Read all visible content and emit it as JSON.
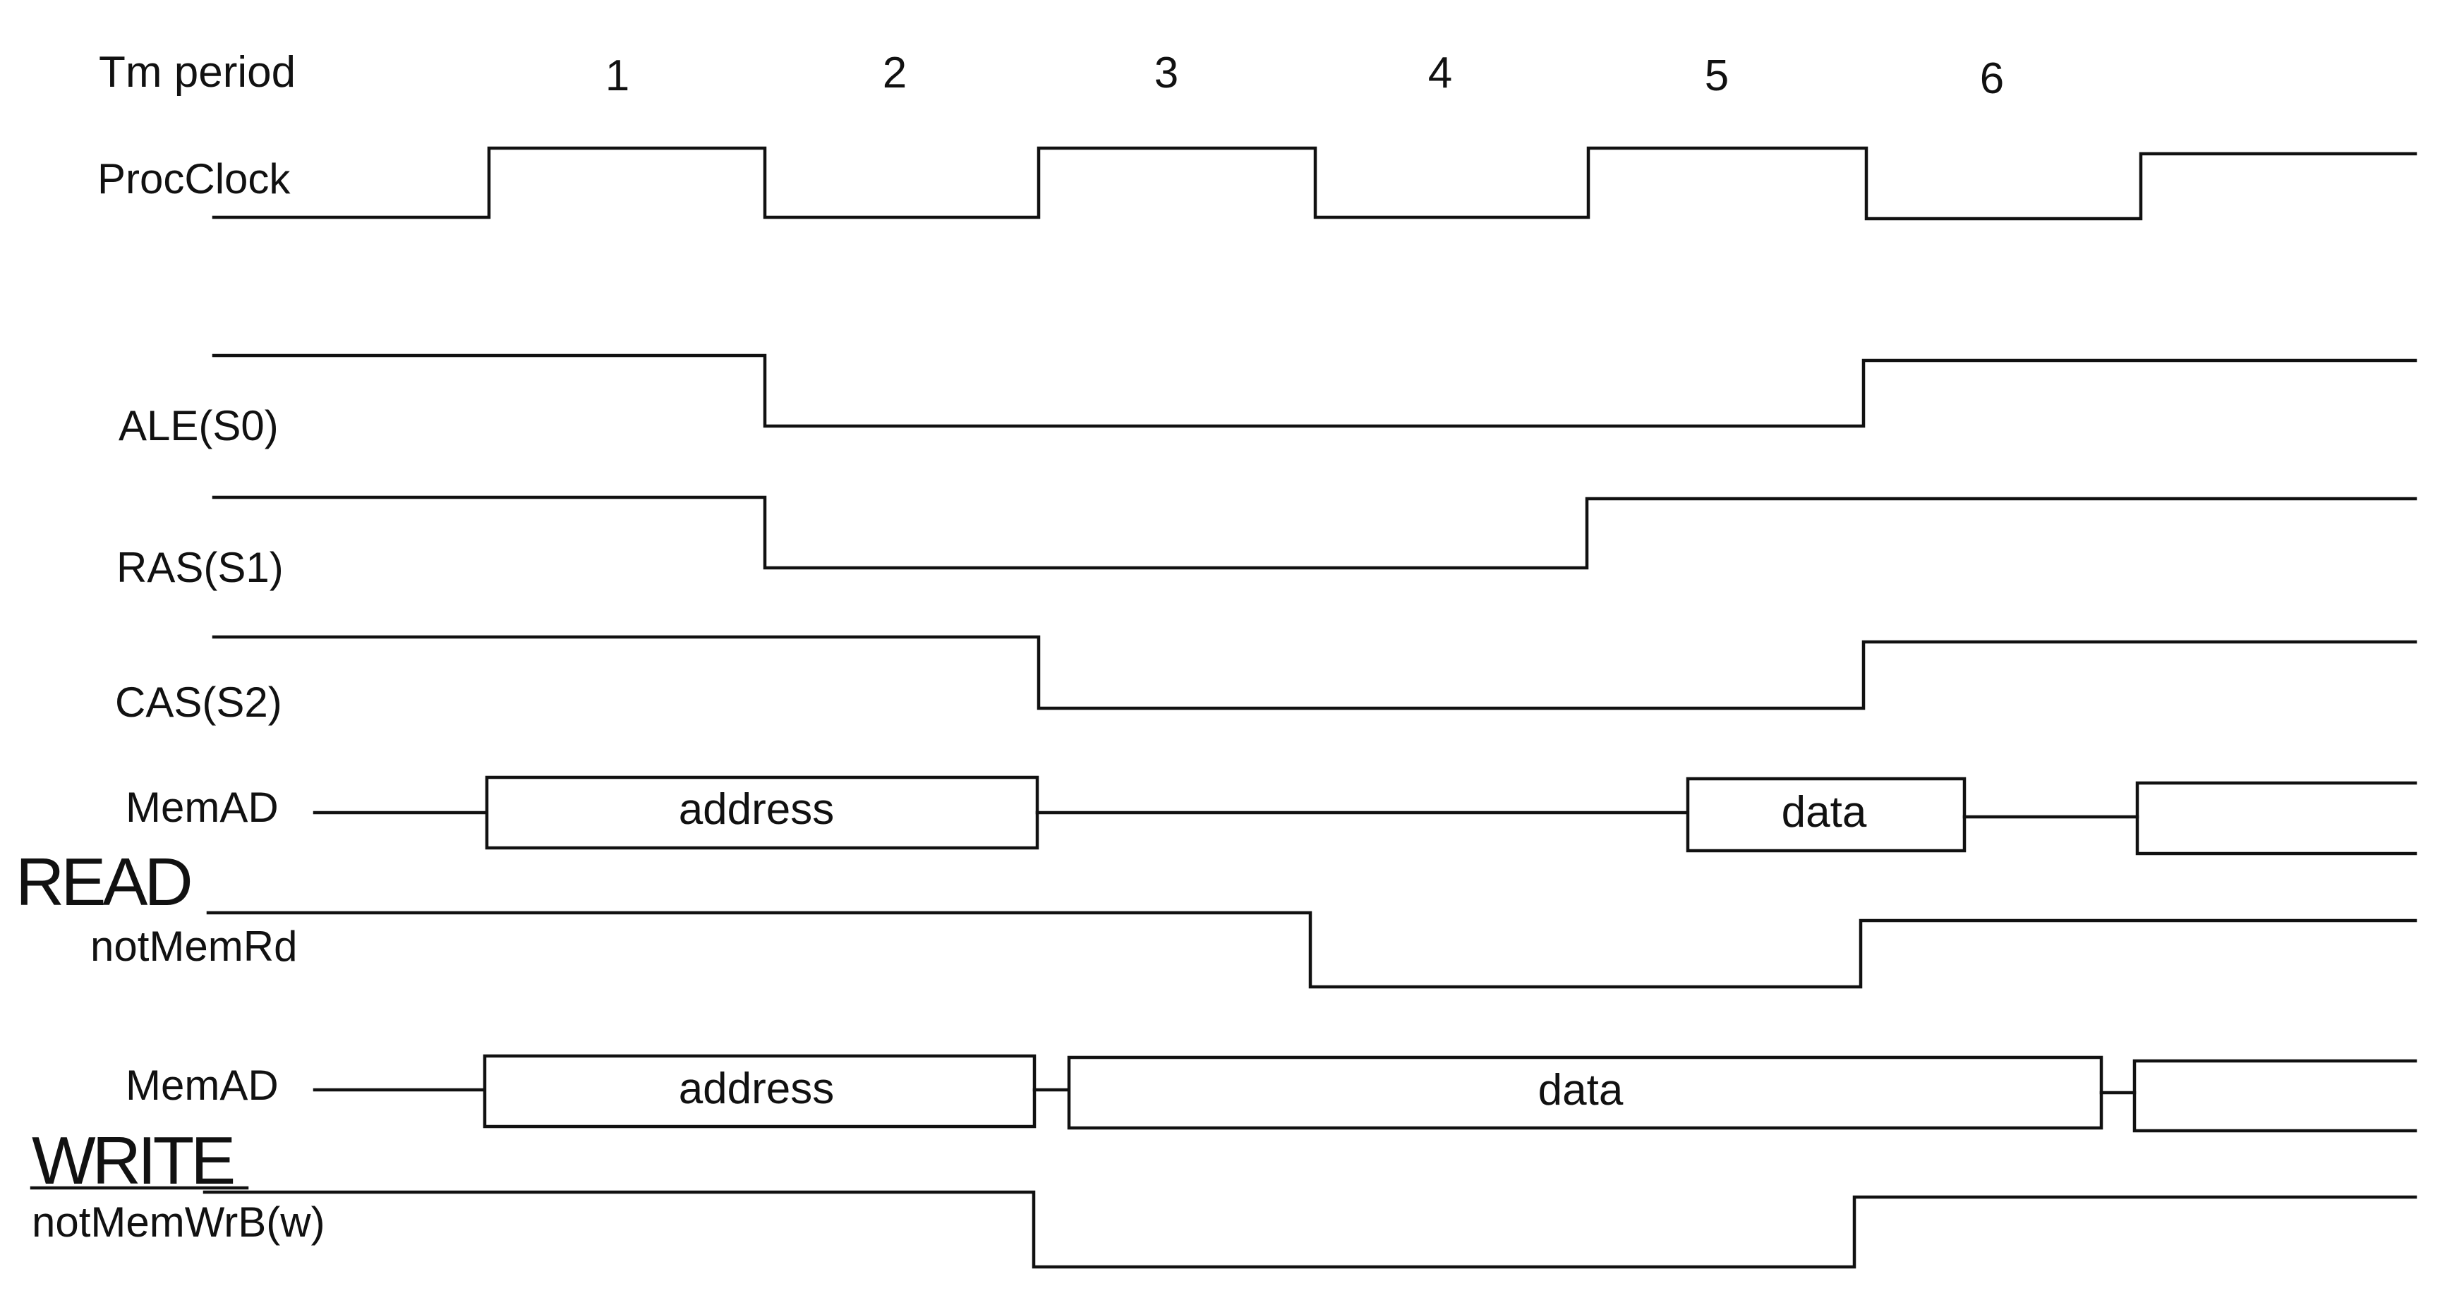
{
  "diagram": {
    "period_header": "Tm period",
    "periods": [
      "1",
      "2",
      "3",
      "4",
      "5",
      "6"
    ],
    "signals": {
      "proc_clock": "ProcClock",
      "ale": "ALE(S0)",
      "ras": "RAS(S1)",
      "cas": "CAS(S2)",
      "mem_ad_read": "MemAD",
      "not_mem_rd": "notMemRd",
      "mem_ad_write": "MemAD",
      "not_mem_wrb": "notMemWrB(w)"
    },
    "sections": {
      "read": "READ",
      "write": "WRITE"
    },
    "bus_labels": {
      "read_address": "address",
      "read_data": "data",
      "write_address": "address",
      "write_data": "data"
    }
  }
}
